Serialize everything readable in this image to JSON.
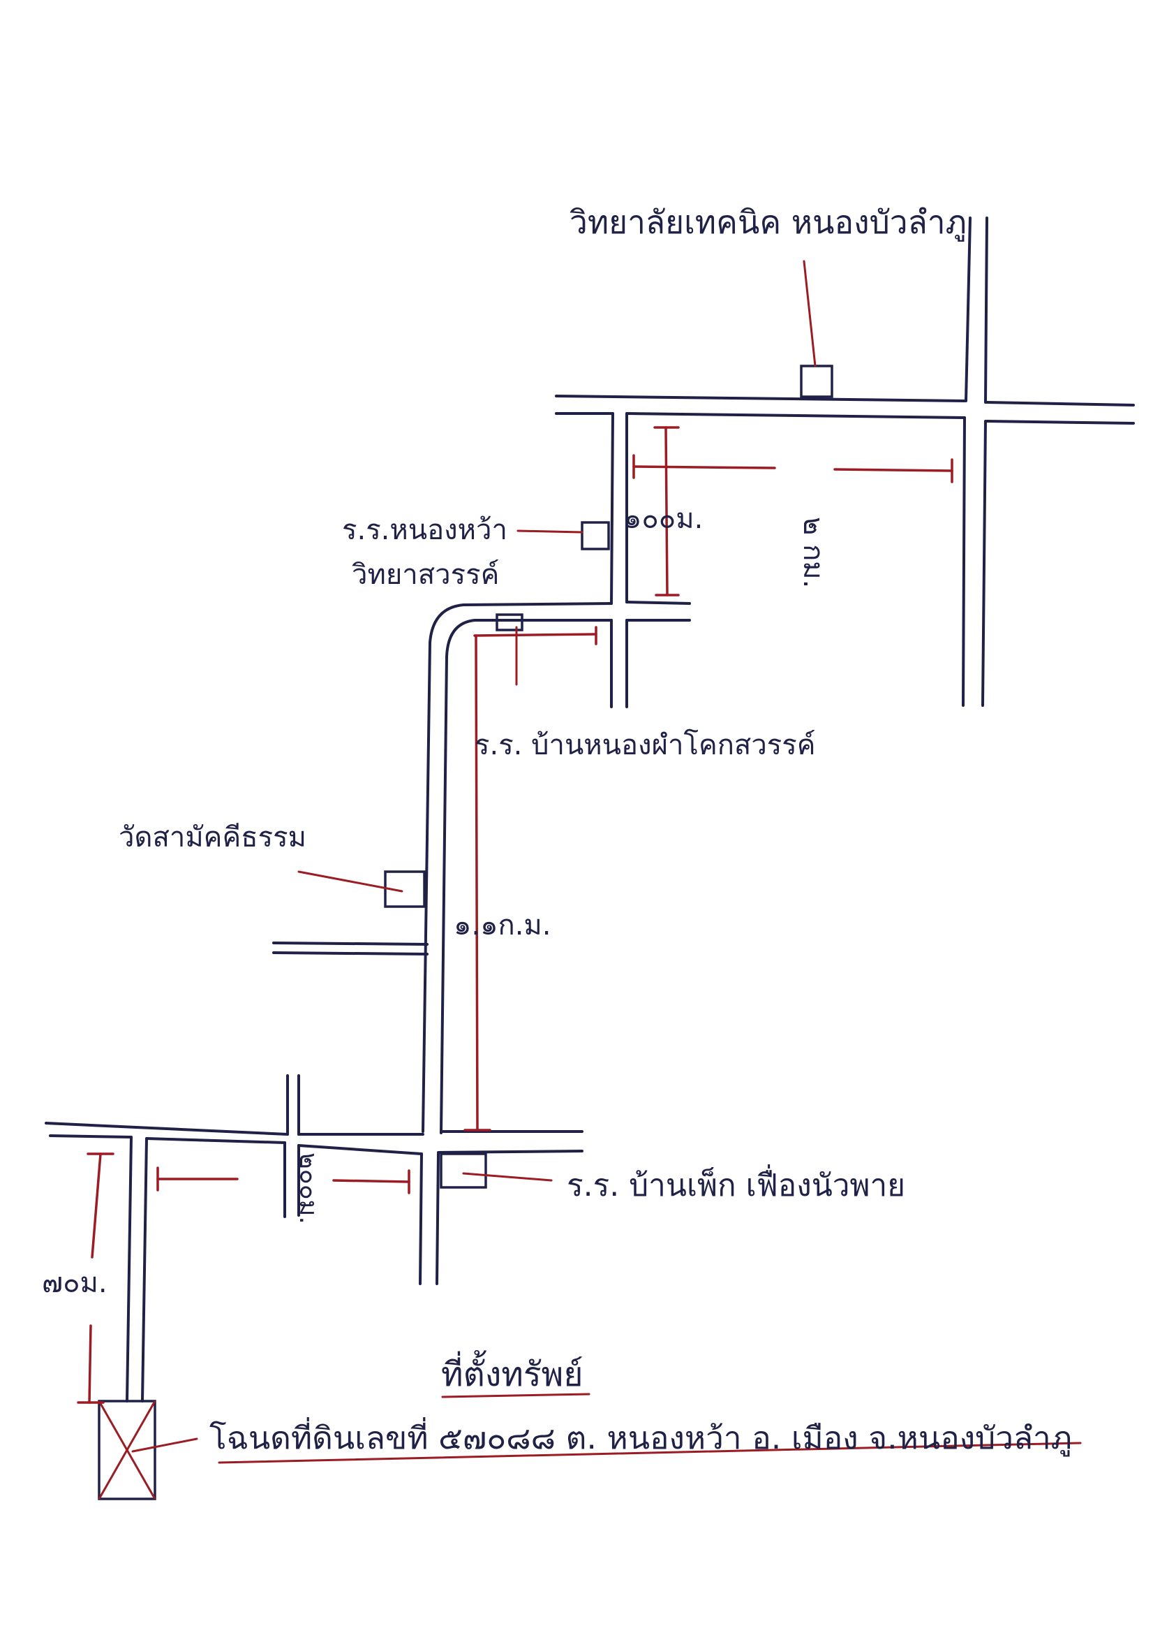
{
  "landmarks": {
    "technical_college": "วิทยาลัยเทคนิค หนองบัวลำภู",
    "school_nongwa_1": "ร.ร.หนองหว้า",
    "school_nongwa_2": "วิทยาสวรรค์",
    "school_ban_nongphue": "ร.ร. บ้านหนองผำโคกสวรรค์",
    "temple": "วัดสามัคคีธรรม",
    "school_ban_phuk": "ร.ร. บ้านเพ็ก เฟื่องนัวพาย"
  },
  "distances": {
    "north_road": "๒ กม.",
    "north_east_leg": "๑๐๐ม.",
    "main_road": "๑.๑ก.ม.",
    "lower_road": "๒๐๐ม.",
    "final_leg": "๗๐ม."
  },
  "property": {
    "heading": "ที่ตั้งทรัพย์",
    "deed_line": "โฉนดที่ดินเลขที่ ๕๗๐๘๘ ต. หนองหว้า อ. เมือง จ.หนองบัวลำภู"
  },
  "colors": {
    "ink_blue": "#1f2147",
    "ink_red": "#9c1c24"
  }
}
